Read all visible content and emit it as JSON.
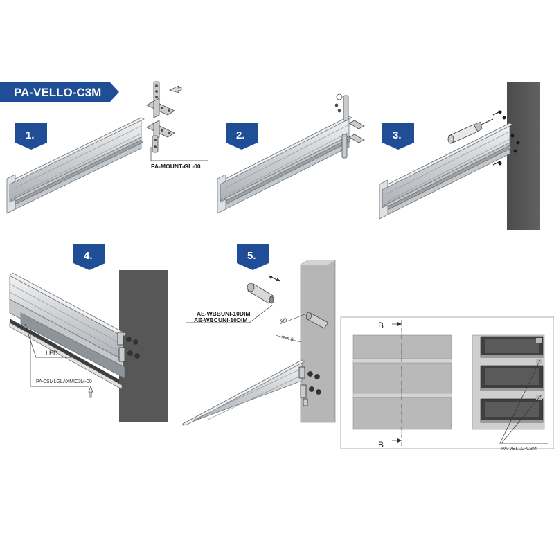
{
  "title": "PA-VELLO-C3M",
  "steps": [
    "1.",
    "2.",
    "3.",
    "4.",
    "5."
  ],
  "labels": {
    "mount": "PA-MOUNT-GL-00",
    "led": "LED",
    "cover": "PA-0SMLGLAXMIC3M-00",
    "endcap_1": "AE-WBBUNI-10DIM",
    "endcap_2": "AE-WBCUNI-10DIM",
    "diameter": "Ø6",
    "depth": "mm 5",
    "section_top": "B",
    "section_bottom": "B",
    "profile": "PA-VELLO-C3M"
  },
  "colors": {
    "brand": "#1f4e96",
    "wall": "#575757",
    "wall_light": "#cfcfcf",
    "profile": "#d6d9dc",
    "panel": "#b9b9b9",
    "section_dark": "#3f3f3f"
  }
}
